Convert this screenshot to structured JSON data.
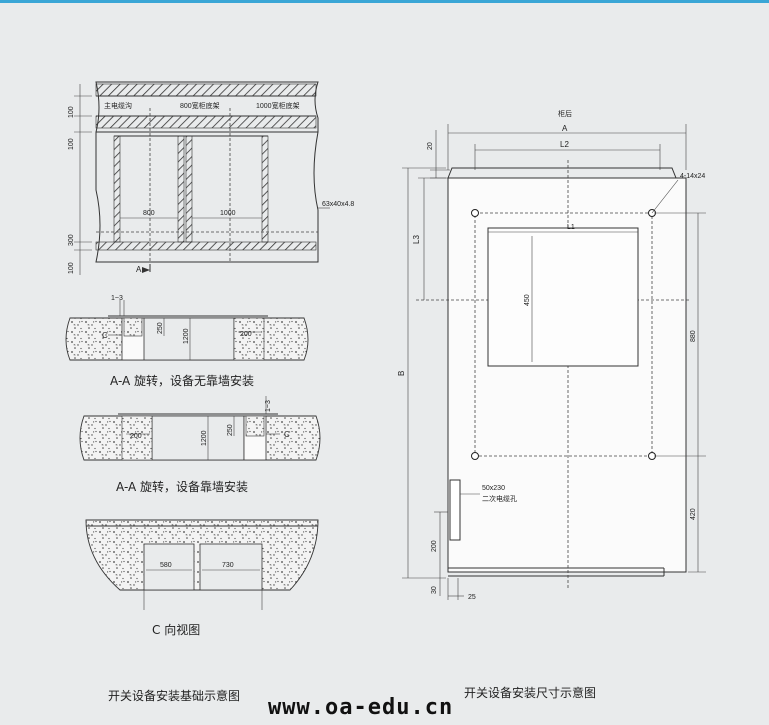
{
  "left": {
    "top_labels": {
      "main_cable": "主电缆沟",
      "frame_800": "800宽柜底架",
      "frame_1000": "1000宽柜底架"
    },
    "dims_left": {
      "d100a": "100",
      "d100b": "100",
      "d300": "300",
      "d100c": "100"
    },
    "dims_inner": {
      "w800": "800",
      "w1000": "1000"
    },
    "angle_label": "63x40x4.8",
    "section_mark": "A",
    "aa1": {
      "gap": "1~3",
      "c": "C",
      "d250": "250",
      "d1200": "1200",
      "d200": "200",
      "caption": "A-A 旋转，设备无靠墙安装"
    },
    "aa2": {
      "gap": "1~3",
      "c": "C",
      "d250": "250",
      "d1200": "1200",
      "d200": "200",
      "caption": "A-A 旋转，设备靠墙安装"
    },
    "cview": {
      "d580": "580",
      "d730": "730",
      "caption": "C 向视图"
    },
    "title": "开关设备安装基础示意图"
  },
  "right": {
    "top_label": "柜后",
    "A": "A",
    "L2": "L2",
    "d20": "20",
    "holes": "4-14x24",
    "L3": "L3",
    "L1": "L1",
    "d450": "450",
    "d880": "880",
    "B": "B",
    "cable_hole": "50x230",
    "cable_hole_note": "二次电缆孔",
    "d420": "420",
    "d200": "200",
    "d30": "30",
    "d25": "25",
    "title": "开关设备安装尺寸示意图"
  },
  "watermark": "www.oa-edu.cn"
}
